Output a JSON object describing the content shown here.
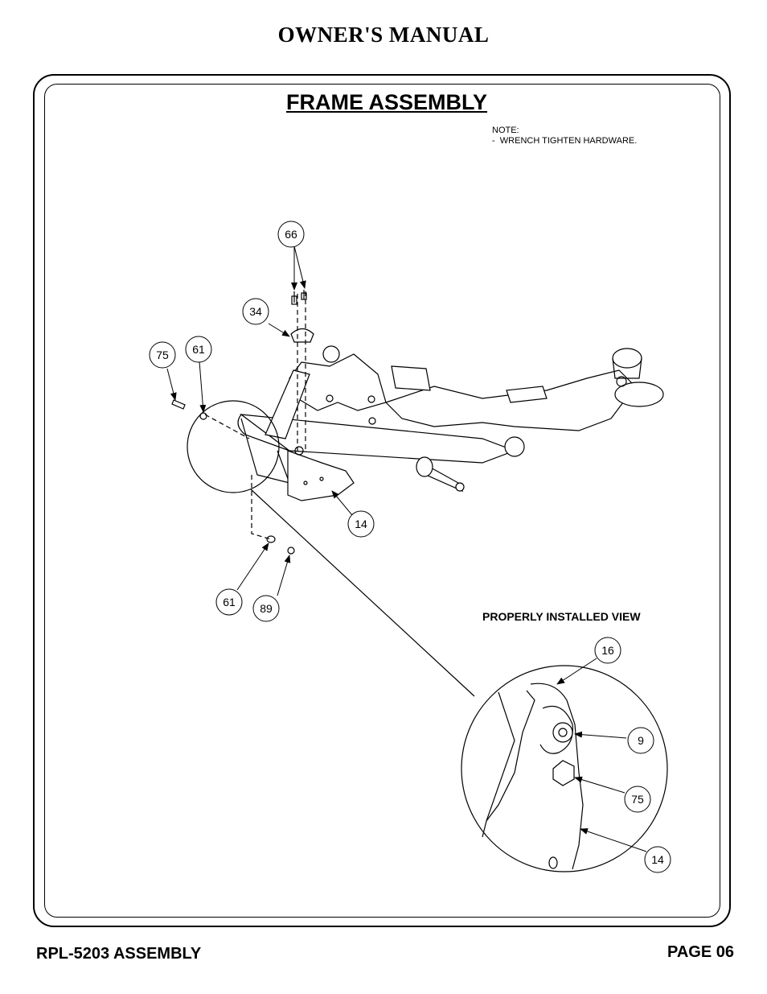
{
  "header": {
    "manual_title": "OWNER'S MANUAL"
  },
  "section": {
    "title": "FRAME ASSEMBLY"
  },
  "note": {
    "heading": "NOTE:",
    "line1": "-  WRENCH TIGHTEN HARDWARE."
  },
  "detail_view": {
    "label": "PROPERLY INSTALLED VIEW"
  },
  "callouts": {
    "c66": "66",
    "c34": "34",
    "c75a": "75",
    "c61a": "61",
    "c14a": "14",
    "c61b": "61",
    "c89": "89",
    "c16": "16",
    "c9": "9",
    "c75b": "75",
    "c14b": "14"
  },
  "footer": {
    "left": "RPL-5203 ASSEMBLY",
    "right": "PAGE 06"
  }
}
